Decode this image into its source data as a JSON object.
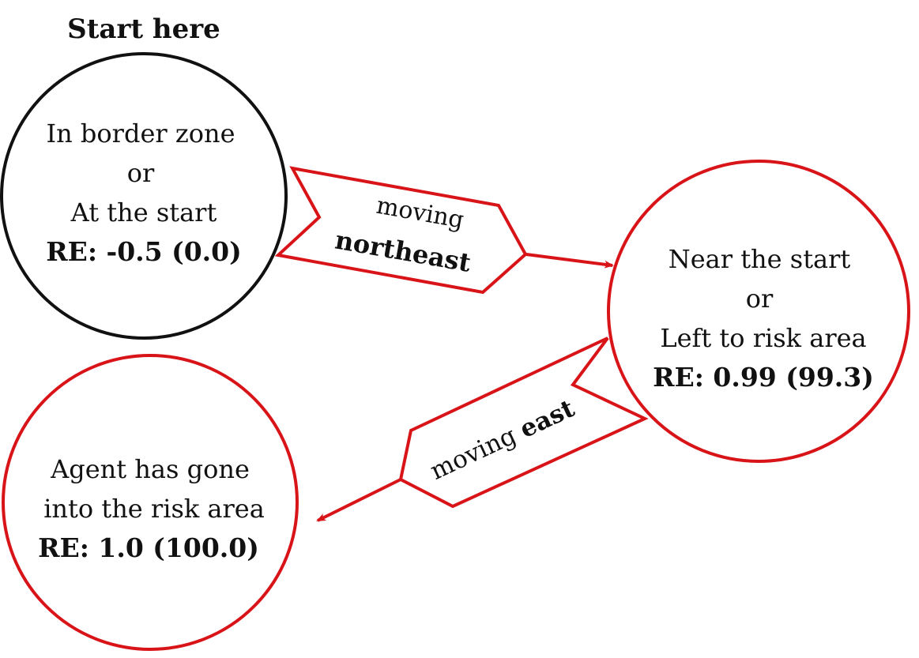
{
  "start_label": "Start here",
  "colors": {
    "start_node": "#111111",
    "risk_node": "#d81418",
    "edge": "#d81418",
    "text": "#111111"
  },
  "nodes": {
    "start": {
      "line1": "In border zone",
      "line2": "or",
      "line3": "At the start",
      "re": "RE: -0.5 (0.0)"
    },
    "near": {
      "line1": "Near the start",
      "line2": "or",
      "line3": "Left to risk area",
      "re": "RE: 0.99 (99.3)"
    },
    "risk": {
      "line1": "Agent has gone",
      "line2": "into the risk area",
      "re": "RE: 1.0 (100.0)"
    }
  },
  "edges": {
    "northeast": {
      "prefix": "moving",
      "direction": "northeast"
    },
    "east": {
      "prefix": "moving",
      "direction": "east"
    }
  }
}
